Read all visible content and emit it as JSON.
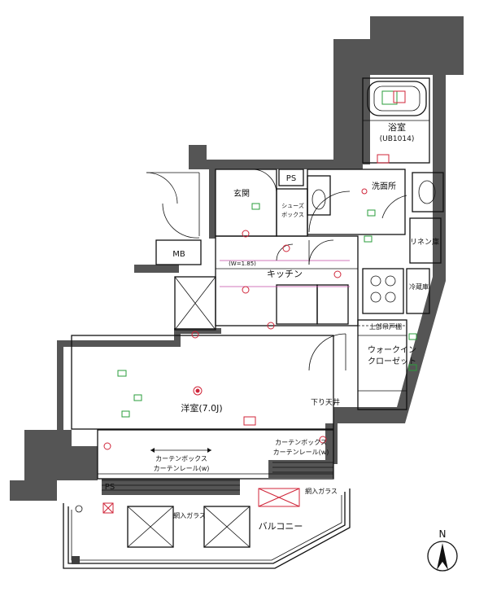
{
  "rooms": {
    "bath": "浴室",
    "bath_spec": "(UB1014)",
    "entrance": "玄関",
    "shoes_box_line1": "シューズ",
    "shoes_box_line2": "ボックス",
    "refrigerator": "冷蔵庫",
    "washroom": "洗面所",
    "linen_closet": "リネン庫",
    "mb": "MB",
    "ps_top": "PS",
    "ps_bottom": "PS",
    "kitchen": "キッチン",
    "kitchen_dim": "(W=1.85)",
    "upper_cabinet": "上部吊戸棚",
    "walkin_line1": "ウォークイン",
    "walkin_line2": "クローゼット",
    "lowered_ceiling": "下り天井",
    "western_room": "洋室(7.0J)",
    "curtain_box_left_line1": "カーテンボックス",
    "curtain_box_left_line2": "カーテンレール(w)",
    "curtain_box_right_line1": "カーテンボックス",
    "curtain_box_right_line2": "カーテンレール(w)",
    "frosted_glass_left": "網入ガラス",
    "frosted_glass_right": "網入ガラス",
    "balcony": "バルコニー"
  },
  "compass": {
    "north": "N"
  },
  "colors": {
    "wall": "#555555",
    "electrical": "#d0263a",
    "fixture": "#2a9d3b",
    "line": "#111111"
  }
}
